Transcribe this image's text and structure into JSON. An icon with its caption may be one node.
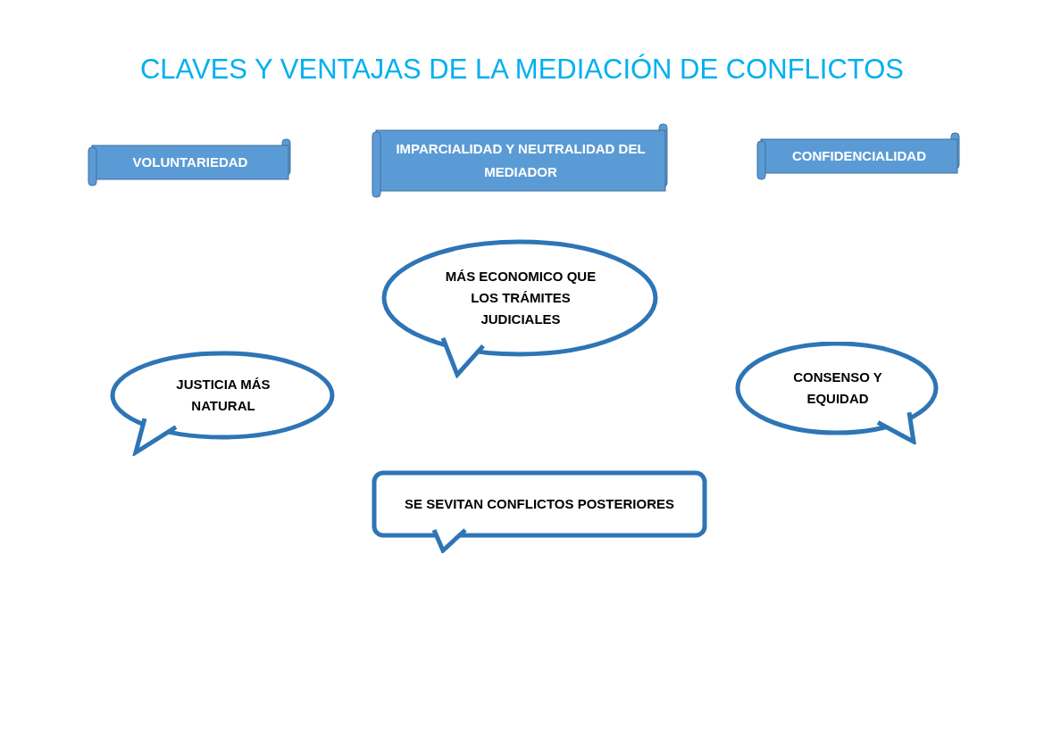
{
  "diagram": {
    "title": "CLAVES Y VENTAJAS DE LA MEDIACIÓN DE CONFLICTOS",
    "nodes": [
      {
        "text": [
          "VOLUNTARIEDAD"
        ]
      },
      {
        "text": [
          "IMPARCIALIDAD Y NEUTRALIDAD DEL MEDIADOR"
        ]
      },
      {
        "text": [
          "CONFIDENCIALIDAD"
        ]
      },
      {
        "text": [
          "MÁS ECONOMICO QUE LOS TRÁMITES JUDICIALES"
        ]
      },
      {
        "text": [
          "JUSTICIA MÁS NATURAL"
        ]
      },
      {
        "text": [
          "CONSENSO Y EQUIDAD"
        ]
      },
      {
        "text": [
          "SE SEVITAN CONFLICTOS POSTERIORES"
        ]
      }
    ]
  }
}
